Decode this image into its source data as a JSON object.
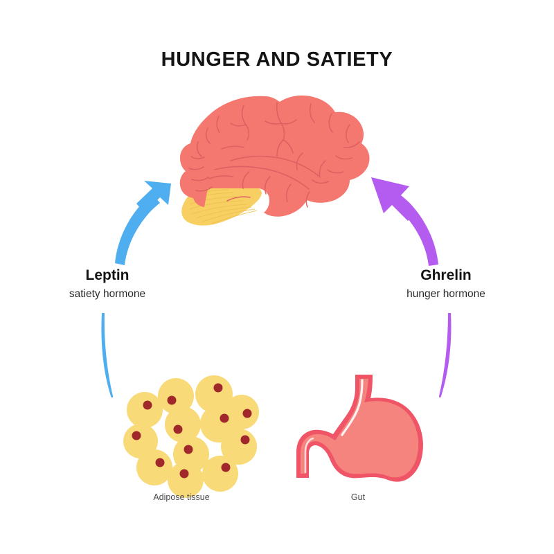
{
  "title": "HUNGER AND SATIETY",
  "hormones": [
    {
      "name": "Leptin",
      "subtitle": "satiety hormone",
      "color": "#4FAEEF",
      "side": "left",
      "arrow_icon": "curved-up-arrow-icon"
    },
    {
      "name": "Ghrelin",
      "subtitle": "hunger hormone",
      "color": "#B45CF0",
      "side": "right",
      "arrow_icon": "curved-up-arrow-icon"
    }
  ],
  "organs": [
    {
      "caption": "Adipose tissue",
      "icon": "adipose-tissue-icon",
      "color": "#F9DA79",
      "nucleus_color": "#A0282A"
    },
    {
      "caption": "Gut",
      "icon": "stomach-icon",
      "color": "#F4847D",
      "outline_color": "#EF5566"
    }
  ],
  "brain": {
    "icon": "brain-icon",
    "cortex_color": "#F4786F",
    "sulci_color": "#DC5F62",
    "cerebellum_color": "#F8CF63",
    "cerebellum_line_color": "#EDBF4E"
  },
  "colors": {
    "background": "#FFFFFF",
    "title": "#141414",
    "caption": "#4A4A4A",
    "leptin": "#4FAEEF",
    "ghrelin": "#B45CF0",
    "brain": "#F4786F",
    "cerebellum": "#F8CF63",
    "adipose": "#F9DA79",
    "nucleus": "#A0282A",
    "stomach": "#F4847D",
    "stomach_outline": "#EF5566"
  },
  "chart_data": {
    "type": "diagram",
    "title": "HUNGER AND SATIETY",
    "layout": "circular-loop",
    "nodes": [
      {
        "id": "brain",
        "label": "",
        "position": "top"
      },
      {
        "id": "adipose",
        "label": "Adipose tissue",
        "position": "bottom-left"
      },
      {
        "id": "gut",
        "label": "Gut",
        "position": "bottom-right"
      }
    ],
    "edges": [
      {
        "from": "adipose",
        "to": "brain",
        "label": "Leptin",
        "sublabel": "satiety hormone",
        "color": "#4FAEEF",
        "direction": "up-right"
      },
      {
        "from": "gut",
        "to": "brain",
        "label": "Ghrelin",
        "sublabel": "hunger hormone",
        "color": "#B45CF0",
        "direction": "up-left"
      }
    ],
    "adipose_cell_count": 12
  }
}
